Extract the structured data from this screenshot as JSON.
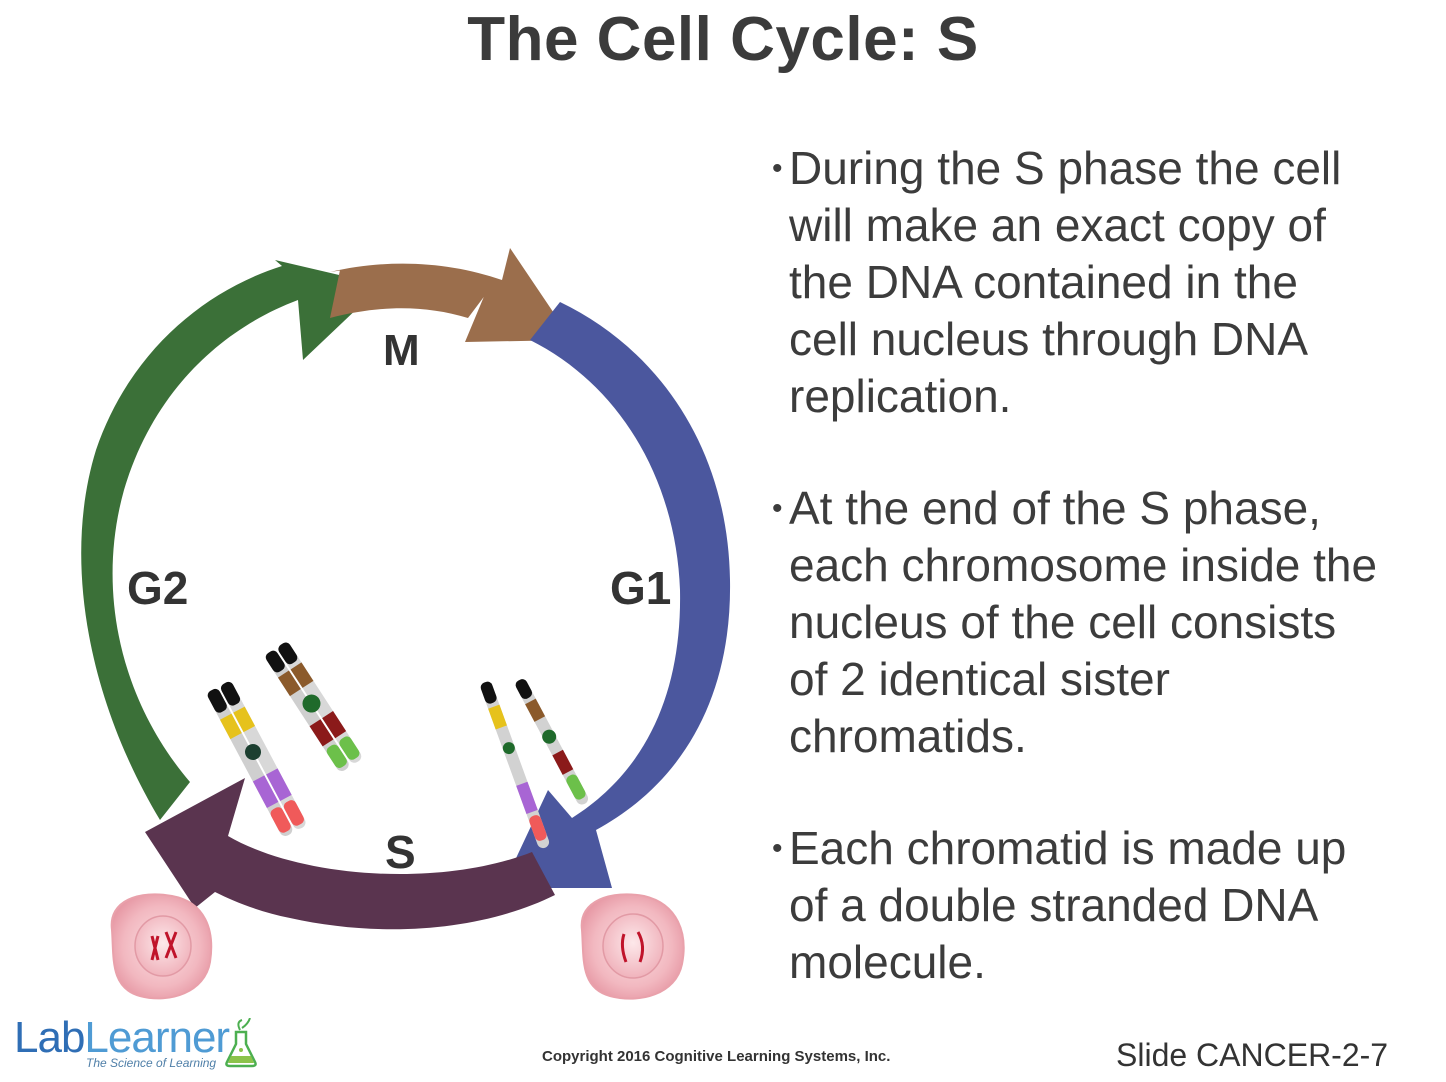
{
  "title": "The Cell Cycle: S",
  "phases": {
    "m": "M",
    "g1": "G1",
    "s": "S",
    "g2": "G2"
  },
  "bullets": [
    {
      "lines": [
        "During the S phase the cell",
        "will make an exact copy of",
        "the DNA contained in the",
        "cell nucleus through DNA",
        "replication."
      ]
    },
    {
      "lines": [
        "At the end of the S phase,",
        "each chromosome inside the",
        "nucleus of the cell consists",
        "of 2 identical sister",
        "chromatids."
      ]
    },
    {
      "lines": [
        "Each chromatid is made up",
        "of a double stranded DNA",
        "molecule."
      ]
    }
  ],
  "logo": {
    "lab": "Lab",
    "learner": "Learner",
    "tagline": "The Science of Learning"
  },
  "copyright": "Copyright 2016 Cognitive Learning Systems, Inc.",
  "slide_number": "Slide CANCER-2-7",
  "colors": {
    "m_arrow": "#9b6e4c",
    "g1_arrow": "#4b579e",
    "s_arrow": "#5a344f",
    "g2_arrow": "#3b7038",
    "cell_fill": "#f7c9cf",
    "chromosome_red": "#c0142b"
  },
  "icons": [
    "bullet-dot",
    "flask-icon",
    "cell-icon",
    "chromosome-icon"
  ]
}
